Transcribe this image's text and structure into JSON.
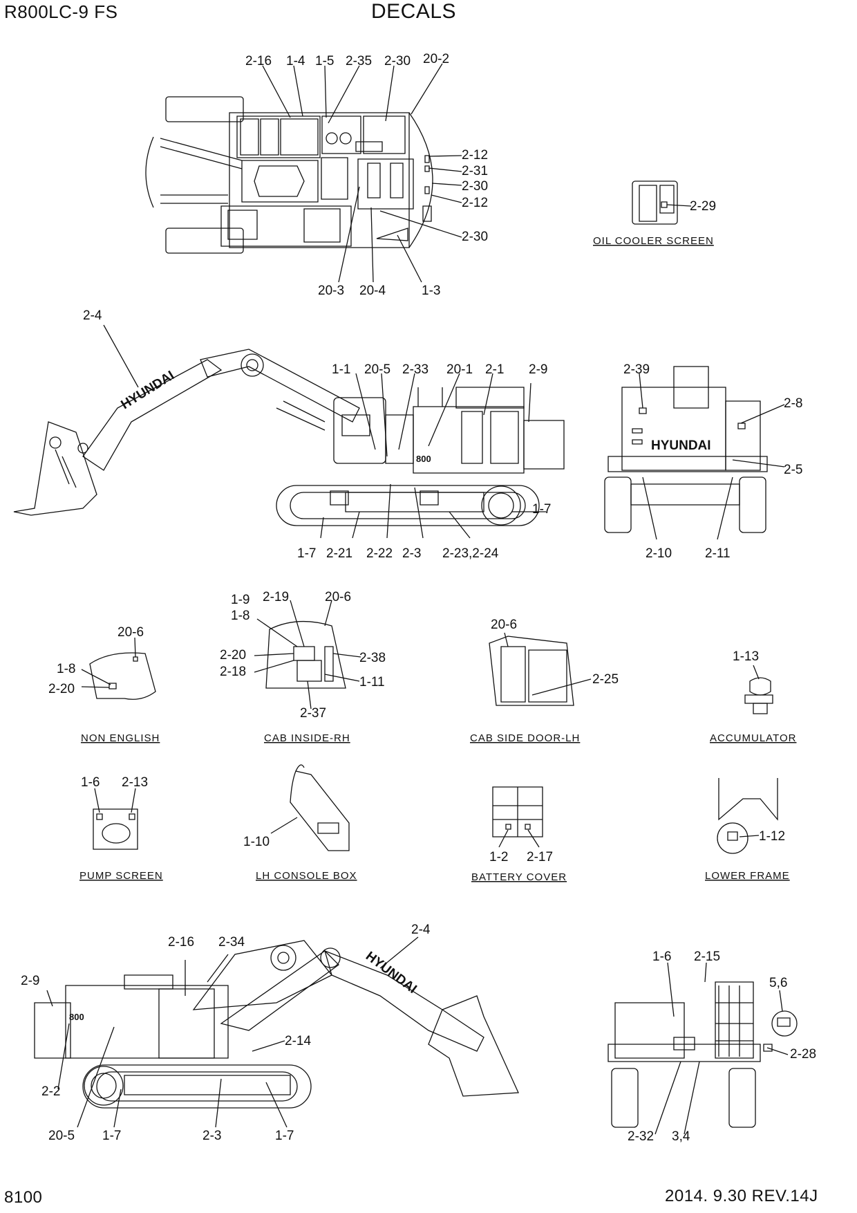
{
  "header": {
    "model": "R800LC-9 FS",
    "title": "DECALS"
  },
  "footer": {
    "page": "8100",
    "revision": "2014. 9.30  REV.14J"
  },
  "captions": {
    "oil_cooler_screen": "OIL COOLER SCREEN",
    "non_english": "NON ENGLISH",
    "cab_inside_rh": "CAB INSIDE-RH",
    "cab_side_door_lh": "CAB SIDE DOOR-LH",
    "accumulator": "ACCUMULATOR",
    "pump_screen": "PUMP SCREEN",
    "lh_console_box": "LH CONSOLE BOX",
    "battery_cover": "BATTERY COVER",
    "lower_frame": "LOWER FRAME"
  },
  "brand_mark": "HYUNDAI",
  "model_badge": "800",
  "callouts": {
    "top_view": [
      "2-16",
      "1-4",
      "1-5",
      "2-35",
      "2-30",
      "20-2",
      "2-12",
      "2-31",
      "2-30",
      "2-12",
      "2-30",
      "20-3",
      "20-4",
      "1-3"
    ],
    "oil_cooler": [
      "2-29"
    ],
    "left_side": [
      "2-4",
      "1-1",
      "20-5",
      "2-33",
      "20-1",
      "2-1",
      "2-9",
      "1-7",
      "1-7",
      "2-21",
      "2-22",
      "2-3",
      "2-23,2-24"
    ],
    "rear_view": [
      "2-39",
      "2-8",
      "2-5",
      "2-10",
      "2-11"
    ],
    "non_english": [
      "20-6",
      "1-8",
      "2-20"
    ],
    "cab_inside": [
      "1-9",
      "2-19",
      "20-6",
      "1-8",
      "2-20",
      "2-38",
      "2-18",
      "1-11",
      "2-37"
    ],
    "cab_door": [
      "20-6",
      "2-25"
    ],
    "accumulator": [
      "1-13"
    ],
    "pump_screen": [
      "1-6",
      "2-13"
    ],
    "console": [
      "1-10"
    ],
    "battery": [
      "1-2",
      "2-17"
    ],
    "lower_frame": [
      "1-12"
    ],
    "right_side": [
      "2-16",
      "2-34",
      "2-4",
      "2-9",
      "2-14",
      "2-2",
      "20-5",
      "1-7",
      "2-3",
      "1-7"
    ],
    "front_view": [
      "1-6",
      "2-15",
      "5,6",
      "2-28",
      "2-32",
      "3,4"
    ]
  }
}
